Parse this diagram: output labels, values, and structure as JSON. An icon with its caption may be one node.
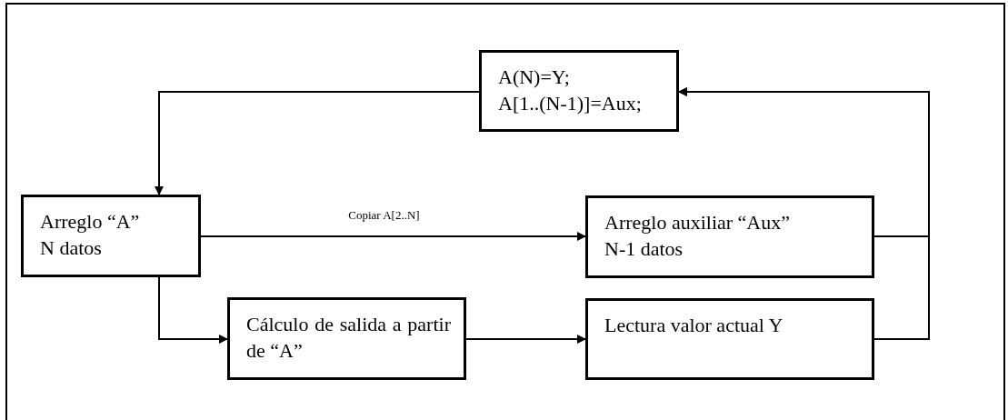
{
  "diagram": {
    "nodes": [
      {
        "text": [
          "A(N)=Y;",
          "A[1..(N-1)]=Aux;"
        ]
      },
      {
        "text": [
          "Arreglo “A”",
          "N datos"
        ]
      },
      {
        "text": [
          "Arreglo auxiliar “Aux”",
          "N-1 datos"
        ]
      },
      {
        "text": [
          "Cálculo de salida a partir de “A”"
        ]
      },
      {
        "text": [
          "Lectura valor actual Y"
        ]
      }
    ],
    "edges": [
      {
        "from": 0,
        "to": 1,
        "arrow": "to"
      },
      {
        "from": 1,
        "to": 2,
        "arrow": "to",
        "label": "Copiar A[2..N]"
      },
      {
        "from": 1,
        "to": 3,
        "arrow": "to"
      },
      {
        "from": 3,
        "to": 4,
        "arrow": "to"
      },
      {
        "from": 2,
        "to": 0,
        "arrow": "to"
      },
      {
        "from": 4,
        "to": 0,
        "arrow": "to"
      }
    ]
  }
}
